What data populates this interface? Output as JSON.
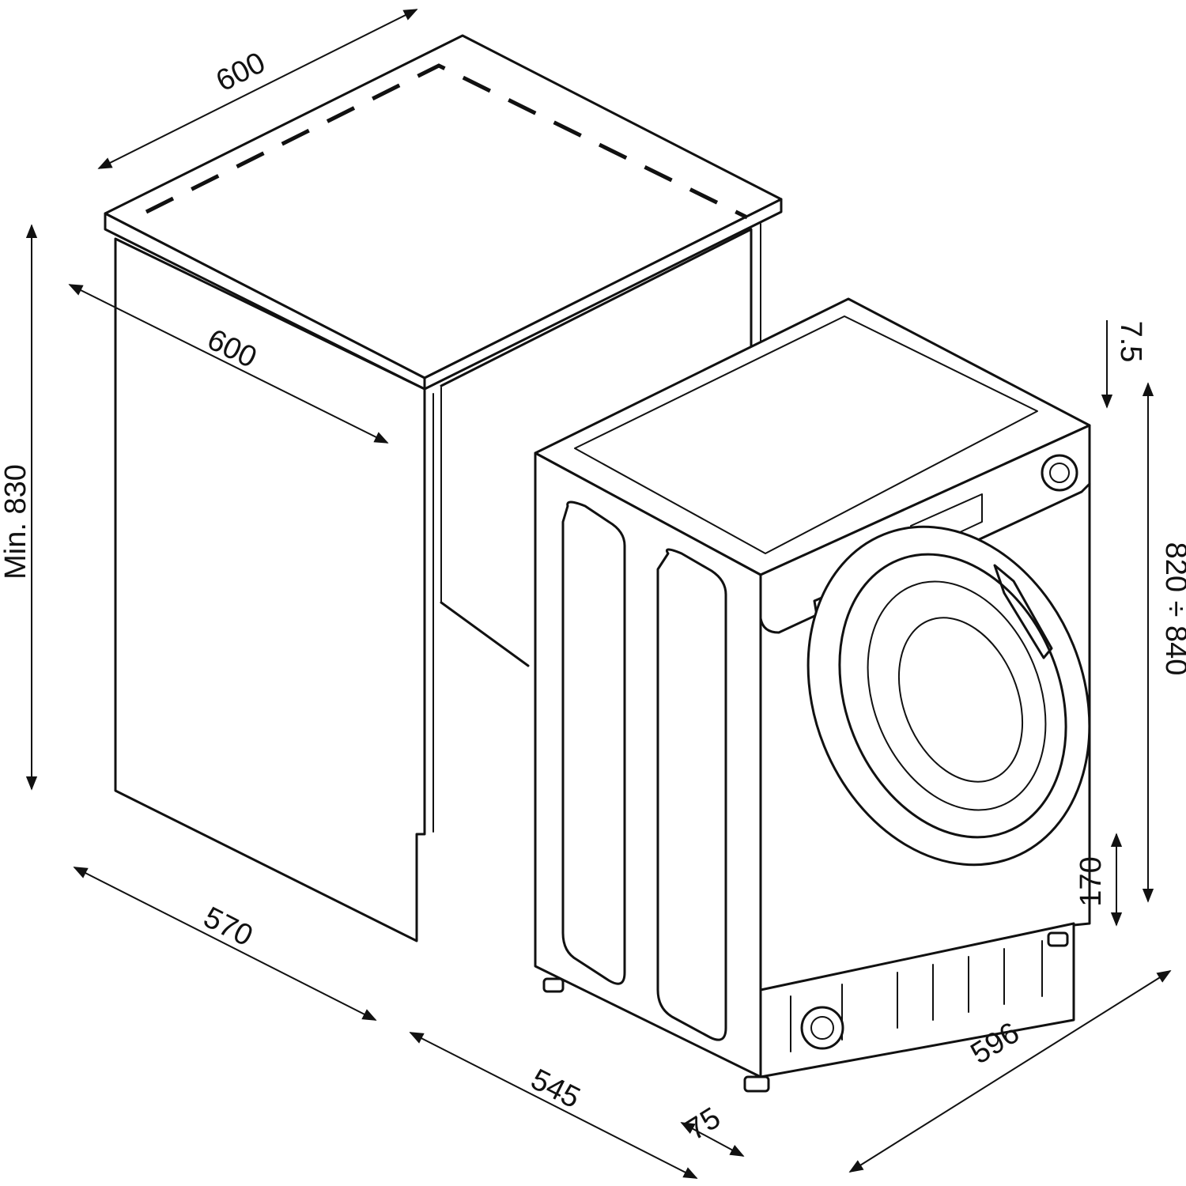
{
  "dimensions": {
    "cabinet_top_width": "600",
    "cabinet_depth": "600",
    "cabinet_height": "Min. 830",
    "cabinet_base_width": "570",
    "machine_depth": "545",
    "front_protrusion": "75",
    "machine_width": "596",
    "top_offset": "7.5",
    "machine_height": "820 ÷ 840",
    "plinth_height": "170"
  }
}
